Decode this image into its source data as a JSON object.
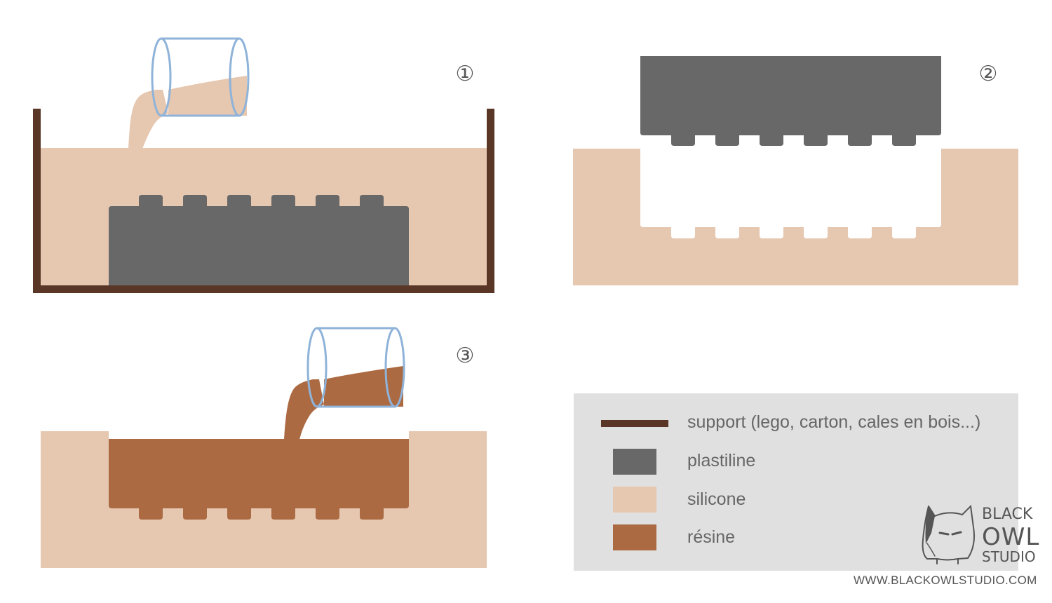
{
  "colors": {
    "support": "#593626",
    "plastiline": "#686868",
    "silicone": "#e6c7b0",
    "resine": "#ab6a42",
    "cup_outline": "#8fb3d9",
    "legend_bg": "#e0e0e0"
  },
  "steps": [
    "①",
    "②",
    "③"
  ],
  "legend": {
    "items": [
      {
        "key": "support",
        "label": "support (lego, carton, cales en bois...)"
      },
      {
        "key": "plastiline",
        "label": "plastiline"
      },
      {
        "key": "silicone",
        "label": "silicone"
      },
      {
        "key": "resine",
        "label": "résine"
      }
    ]
  },
  "brand": {
    "line1": "BLACK",
    "line2": "OWL",
    "line3": "STUDIO",
    "url": "WWW.BLACKOWLSTUDIO.COM"
  }
}
